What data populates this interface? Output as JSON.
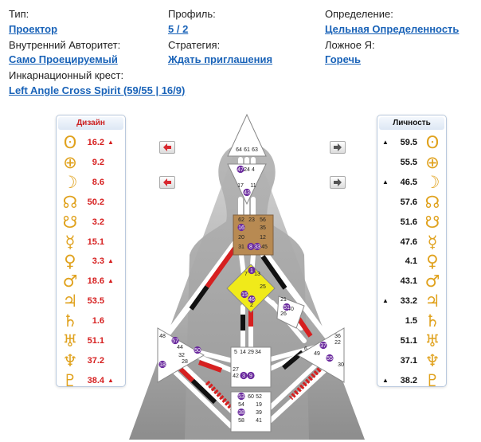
{
  "header": {
    "type_label": "Тип:",
    "type_value": "Проектор",
    "profile_label": "Профиль:",
    "profile_value": "5 / 2",
    "definition_label": "Определение:",
    "definition_value": "Цельная Определенность",
    "authority_label": "Внутренний Авторитет:",
    "authority_value": "Само Проецируемый",
    "strategy_label": "Стратегия:",
    "strategy_value": "Ждать приглашения",
    "notself_label": "Ложное Я:",
    "notself_value": "Горечь",
    "cross_label": "Инкарнационный крест:",
    "cross_value": "Left Angle Cross Spirit (59/55 | 16/9)"
  },
  "design": {
    "title": "Дизайн",
    "rows": [
      {
        "symbol": "sun",
        "glyph": "ʘ",
        "value": "16.2",
        "mark": "▲"
      },
      {
        "symbol": "earth",
        "glyph": "⊕",
        "value": "9.2",
        "mark": ""
      },
      {
        "symbol": "moon",
        "glyph": "☽",
        "value": "8.6",
        "mark": ""
      },
      {
        "symbol": "north-node",
        "glyph": "☊",
        "value": "50.2",
        "mark": ""
      },
      {
        "symbol": "south-node",
        "glyph": "☋",
        "value": "3.2",
        "mark": ""
      },
      {
        "symbol": "mercury",
        "glyph": "☿",
        "value": "15.1",
        "mark": ""
      },
      {
        "symbol": "venus",
        "glyph": "♀",
        "value": "3.3",
        "mark": "▲"
      },
      {
        "symbol": "mars",
        "glyph": "♂",
        "value": "18.6",
        "mark": "▲"
      },
      {
        "symbol": "jupiter",
        "glyph": "♃",
        "value": "53.5",
        "mark": ""
      },
      {
        "symbol": "saturn",
        "glyph": "♄",
        "value": "1.6",
        "mark": ""
      },
      {
        "symbol": "uranus",
        "glyph": "♅",
        "value": "51.1",
        "mark": ""
      },
      {
        "symbol": "neptune",
        "glyph": "♆",
        "value": "37.2",
        "mark": ""
      },
      {
        "symbol": "pluto",
        "glyph": "♇",
        "value": "38.4",
        "mark": "▲"
      }
    ]
  },
  "personality": {
    "title": "Личность",
    "rows": [
      {
        "symbol": "sun",
        "glyph": "ʘ",
        "value": "59.5",
        "mark": "▲"
      },
      {
        "symbol": "earth",
        "glyph": "⊕",
        "value": "55.5",
        "mark": ""
      },
      {
        "symbol": "moon",
        "glyph": "☽",
        "value": "46.5",
        "mark": "▲"
      },
      {
        "symbol": "north-node",
        "glyph": "☊",
        "value": "57.6",
        "mark": ""
      },
      {
        "symbol": "south-node",
        "glyph": "☋",
        "value": "51.6",
        "mark": ""
      },
      {
        "symbol": "mercury",
        "glyph": "☿",
        "value": "47.6",
        "mark": ""
      },
      {
        "symbol": "venus",
        "glyph": "♀",
        "value": "4.1",
        "mark": ""
      },
      {
        "symbol": "mars",
        "glyph": "♂",
        "value": "43.1",
        "mark": ""
      },
      {
        "symbol": "jupiter",
        "glyph": "♃",
        "value": "33.2",
        "mark": "▲"
      },
      {
        "symbol": "saturn",
        "glyph": "♄",
        "value": "1.5",
        "mark": ""
      },
      {
        "symbol": "uranus",
        "glyph": "♅",
        "value": "51.1",
        "mark": ""
      },
      {
        "symbol": "neptune",
        "glyph": "♆",
        "value": "37.1",
        "mark": ""
      },
      {
        "symbol": "pluto",
        "glyph": "♇",
        "value": "38.2",
        "mark": "▲"
      }
    ]
  },
  "colors": {
    "link": "#1a63b8",
    "design_red": "#d62020",
    "planet_gold": "#e0a21e",
    "g_center": "#f0ea1a",
    "throat_center": "#b88a52",
    "gate_purple": "#6b2b9e"
  },
  "bodygraph": {
    "head_gates": [
      "64",
      "61",
      "63"
    ],
    "ajna_gates": [
      "47",
      "24",
      "4",
      "17",
      "11",
      "43"
    ],
    "throat_gates": [
      "62",
      "23",
      "56",
      "16",
      "35",
      "20",
      "12",
      "31",
      "8",
      "33",
      "45"
    ],
    "g_gates": [
      "1",
      "7",
      "13",
      "15",
      "46",
      "2",
      "25"
    ],
    "ego_gates": [
      "21",
      "40",
      "51",
      "26"
    ],
    "spleen_gates": [
      "48",
      "57",
      "44",
      "50",
      "32",
      "28",
      "18"
    ],
    "sacral_gates": [
      "5",
      "14",
      "29",
      "34",
      "27",
      "42",
      "3",
      "9"
    ],
    "solar_gates": [
      "36",
      "22",
      "37",
      "6",
      "49",
      "55",
      "30"
    ],
    "root_gates": [
      "53",
      "60",
      "52",
      "54",
      "19",
      "38",
      "39",
      "58",
      "41"
    ]
  }
}
